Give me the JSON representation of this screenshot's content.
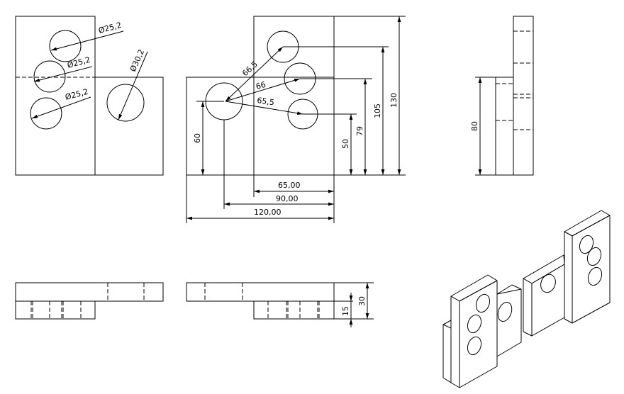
{
  "colors": {
    "line": "#000000",
    "background": "#ffffff"
  },
  "top_left_view": {
    "dims": [
      "Ø25,2",
      "Ø25,2",
      "Ø25,2",
      "Ø30,2"
    ]
  },
  "front_view": {
    "radial": [
      "66,5",
      "66",
      "65,5"
    ],
    "vertical": [
      "60",
      "50",
      "79",
      "105",
      "130"
    ],
    "horizontal": [
      "65,00",
      "90,00",
      "120,00"
    ]
  },
  "side_view": {
    "height": "80"
  },
  "bottom_view": {
    "dims": [
      "15",
      "30"
    ]
  }
}
